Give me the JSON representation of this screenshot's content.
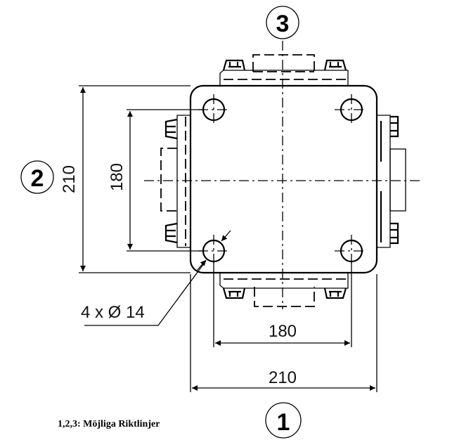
{
  "drawing": {
    "markers": {
      "one": "1",
      "two": "2",
      "three": "3"
    },
    "dimensions": {
      "outer_width": "210",
      "outer_height": "210",
      "hole_spacing_horizontal": "180",
      "hole_spacing_vertical": "180",
      "holes": "4 x Ø 14"
    },
    "legend": "1,2,3: Möjliga Riktlinjer"
  }
}
